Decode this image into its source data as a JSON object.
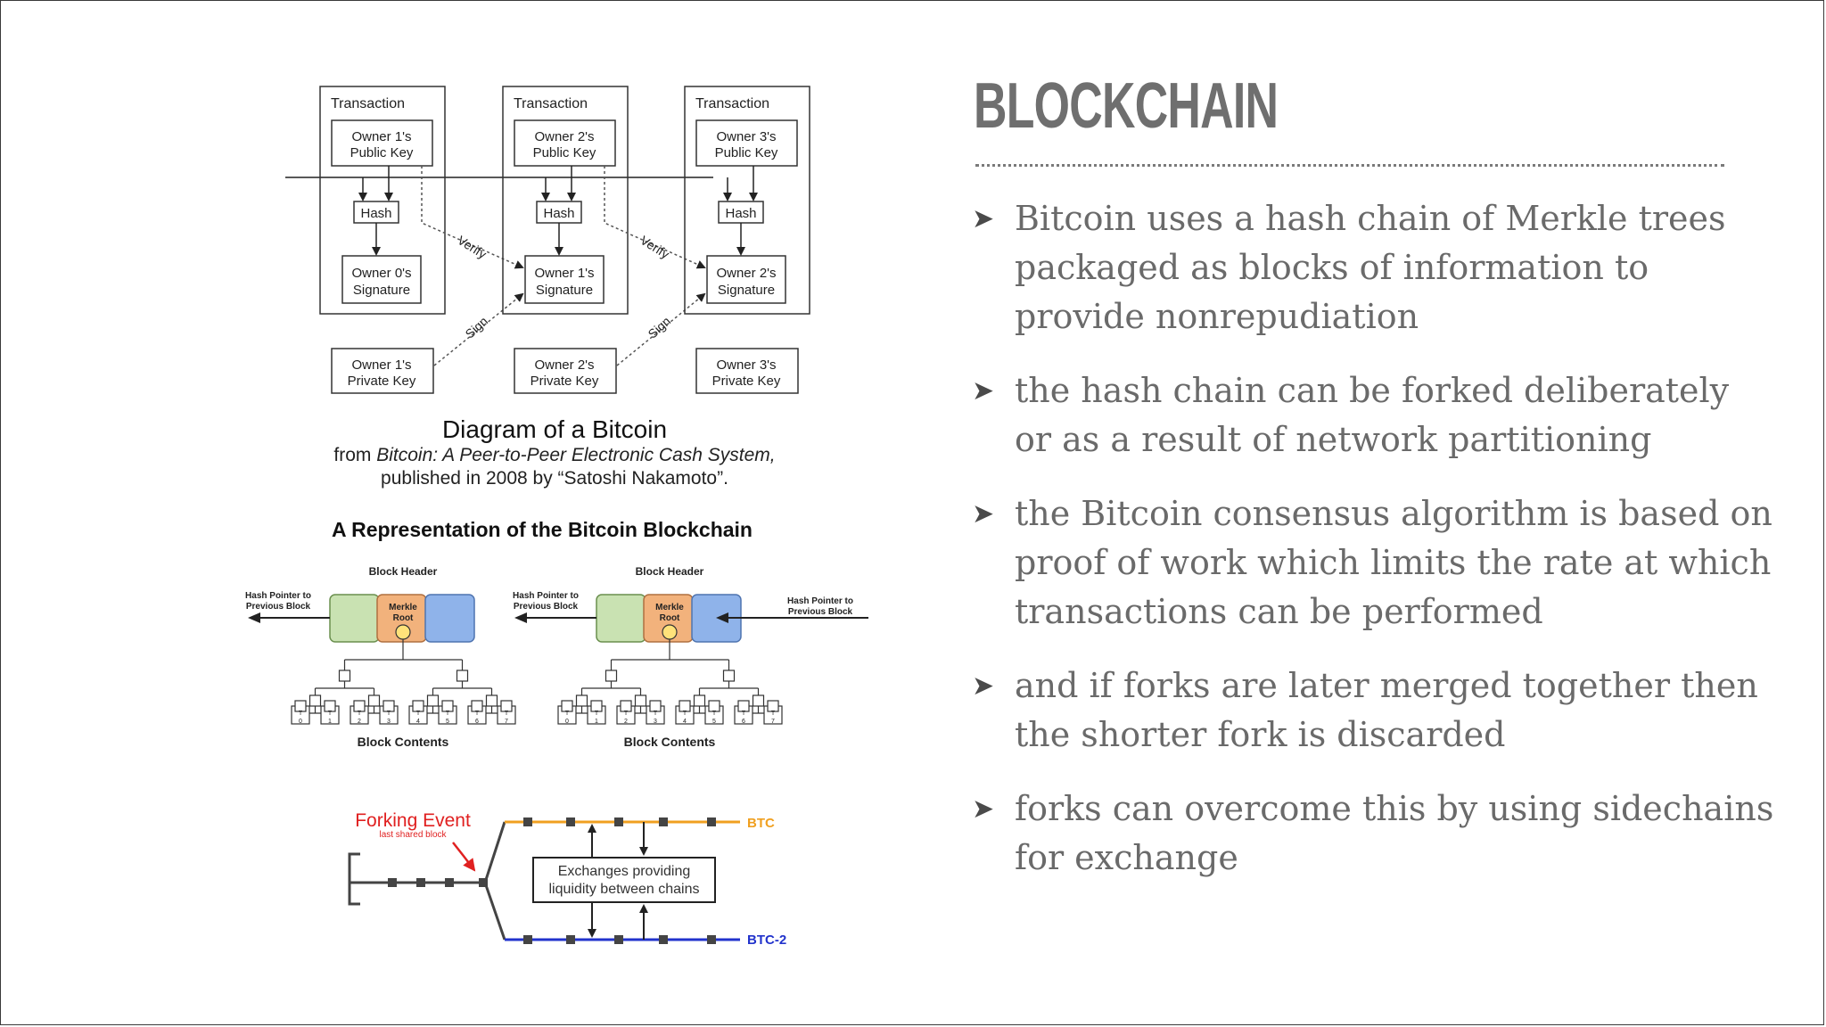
{
  "slide": {
    "title": "BLOCKCHAIN",
    "bullets": [
      "Bitcoin uses a hash chain of Merkle trees packaged as blocks of information to provide nonrepudiation",
      "the hash chain can be forked deliberately or as a result of network partitioning",
      "the Bitcoin consensus algorithm is based on proof of work which limits the rate at which transactions can be performed",
      "and if forks are later merged together then the shorter fork is discarded",
      "forks can overcome this by using sidechains for exchange"
    ],
    "bullet_marker": "➤"
  },
  "diagram1": {
    "transactions": [
      {
        "header": "Transaction",
        "pub1": "Owner 1's",
        "pub2": "Public Key",
        "hash": "Hash",
        "sig1": "Owner 0's",
        "sig2": "Signature",
        "priv1": "Owner 1's",
        "priv2": "Private Key"
      },
      {
        "header": "Transaction",
        "pub1": "Owner 2's",
        "pub2": "Public Key",
        "hash": "Hash",
        "sig1": "Owner 1's",
        "sig2": "Signature",
        "priv1": "Owner 2's",
        "priv2": "Private Key"
      },
      {
        "header": "Transaction",
        "pub1": "Owner 3's",
        "pub2": "Public Key",
        "hash": "Hash",
        "sig1": "Owner 2's",
        "sig2": "Signature",
        "priv1": "Owner 3's",
        "priv2": "Private Key"
      }
    ],
    "verify_label": "Verify",
    "sign_label": "Sign",
    "caption_title": "Diagram of a Bitcoin",
    "caption_from": "from ",
    "caption_italic": "Bitcoin: A Peer-to-Peer Electronic Cash System,",
    "caption_line2": "published in 2008 by “Satoshi Nakamoto”."
  },
  "diagram2": {
    "title": "A Representation of the Bitcoin Blockchain",
    "block_header": "Block Header",
    "block_contents": "Block Contents",
    "hash_pointer_1": "Hash Pointer to",
    "hash_pointer_2": "Previous Block",
    "merkle_1": "Merkle",
    "merkle_2": "Root",
    "leaf_top": "T",
    "leaves": [
      "0",
      "1",
      "2",
      "3",
      "4",
      "5",
      "6",
      "7"
    ]
  },
  "diagram3": {
    "fork_title": "Forking Event",
    "fork_sub": "last shared block",
    "exchange_1": "Exchanges providing",
    "exchange_2": "liquidity between chains",
    "btc": "BTC",
    "btc2": "BTC-2",
    "colors": {
      "btc": "#f0a020",
      "btc2": "#2233cc",
      "fork": "#e02020",
      "chain": "#444444"
    }
  }
}
